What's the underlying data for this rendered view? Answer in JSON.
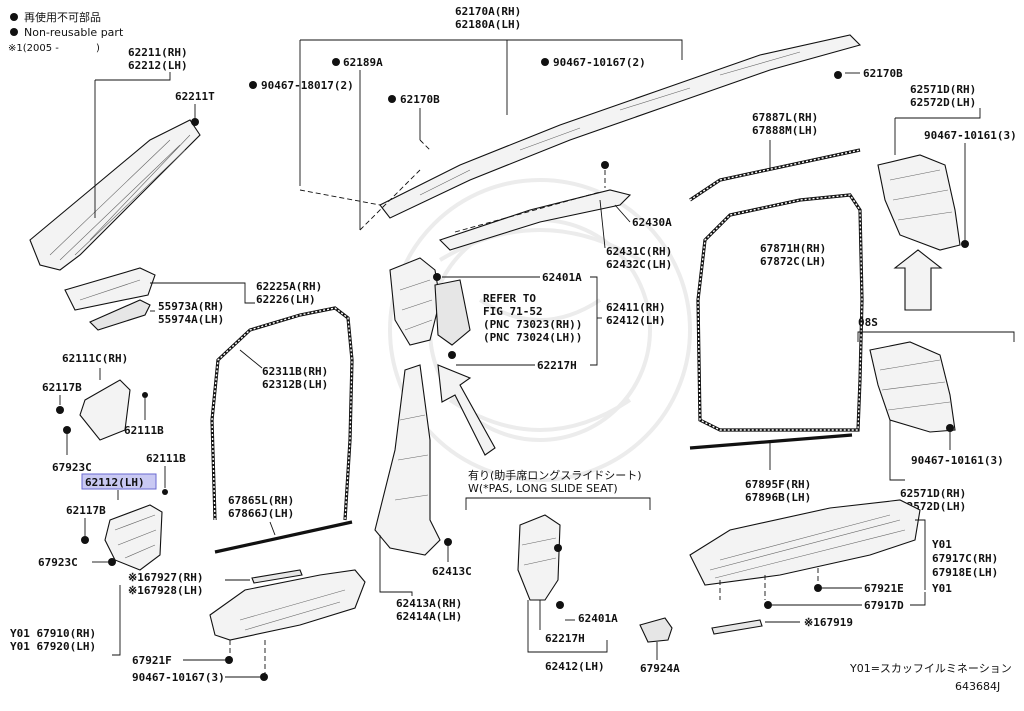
{
  "legend": {
    "non_reusable_jp": "再使用不可部品",
    "non_reusable_en": "Non-reusable part",
    "note1": "※1(2005 -",
    "note1_close": ")"
  },
  "labels": {
    "l62211": "62211(RH)",
    "l62212": "62212(LH)",
    "l62211T": "62211T",
    "l62170A": "62170A(RH)",
    "l62180A": "62180A(LH)",
    "l62189A": "62189A",
    "l90467_18017": "90467-18017(2)",
    "l90467_10167_2": "90467-10167(2)",
    "l62170B_a": "62170B",
    "l62170B_b": "62170B",
    "l62571D": "62571D(RH)",
    "l62572D": "62572D(LH)",
    "l90467_10161_top": "90467-10161(3)",
    "l67887L": "67887L(RH)",
    "l67888M": "67888M(LH)",
    "l62430A": "62430A",
    "l62431C": "62431C(RH)",
    "l62432C": "62432C(LH)",
    "l67871H": "67871H(RH)",
    "l67872C": "67872C(LH)",
    "l62225A": "62225A(RH)",
    "l62226": "62226(LH)",
    "l55973A": "55973A(RH)",
    "l55974A": "55974A(LH)",
    "l62401A_top": "62401A",
    "refer1": "REFER TO",
    "refer2": "FIG 71-52",
    "refer3": "(PNC 73023(RH))",
    "refer4": "(PNC 73024(LH))",
    "l62411": "62411(RH)",
    "l62412_rhlh": "62412(LH)",
    "l62217H_top": "62217H",
    "l62111C": "62111C(RH)",
    "l62117B_top": "62117B",
    "l62111B_top": "62111B",
    "l67923C_top": "67923C",
    "l62111B_bot": "62111B",
    "l62112": "62112(LH)",
    "l62117B_bot": "62117B",
    "l67923C_bot": "67923C",
    "l62311B": "62311B(RH)",
    "l62312B": "62312B(LH)",
    "l08S": "08S",
    "l90467_10161_bot": "90467-10161(3)",
    "l62571D_bot": "62571D(RH)",
    "l62572D_bot": "62572D(LH)",
    "l67895F": "67895F(RH)",
    "l67896B": "67896B(LH)",
    "l67865L": "67865L(RH)",
    "l67866J": "67866J(LH)",
    "l62413C": "62413C",
    "long_slide_jp": "有り(助手席ロングスライドシート)",
    "long_slide_en": "W(*PAS, LONG SLIDE SEAT)",
    "l167927": "※167927(RH)",
    "l167928": "※167928(LH)",
    "l62413A": "62413A(RH)",
    "l62414A": "62414A(LH)",
    "y01_67910": "Y01 67910(RH)",
    "y01_67920": "Y01 67920(LH)",
    "l67921F": "67921F",
    "l90467_10167_3": "90467-10167(3)",
    "l62401A_bot": "62401A",
    "l62217H_bot": "62217H",
    "l62412_bot": "62412(LH)",
    "l67924A": "67924A",
    "y01_a": "Y01",
    "l67917C": "67917C(RH)",
    "l67918E": "67918E(LH)",
    "l67921E": "67921E",
    "y01_b": "Y01",
    "l67917D": "67917D",
    "l167919": "※167919",
    "footer_note": "Y01=スカッフイルミネーション",
    "diagram_id": "643684J"
  }
}
